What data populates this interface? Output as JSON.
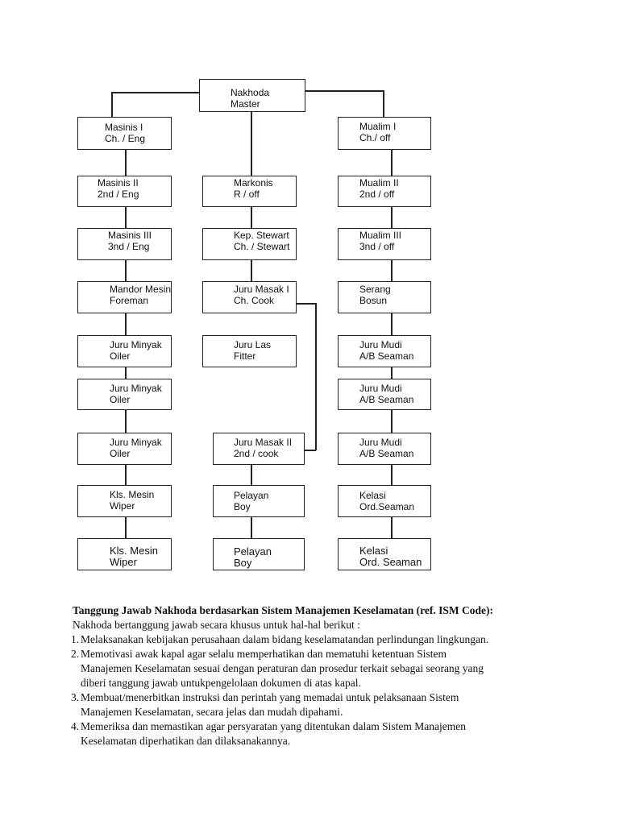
{
  "org_chart": {
    "master": {
      "l1": "Nakhoda",
      "l2": "Master"
    },
    "engine": [
      {
        "l1": "Masinis  I",
        "l2": "Ch. / Eng"
      },
      {
        "l1": "Masinis II",
        "l2": "2nd / Eng"
      },
      {
        "l1": "Masinis III",
        "l2": "3nd / Eng"
      },
      {
        "l1": "Mandor Mesin",
        "l2": "Foreman"
      },
      {
        "l1": "Juru Minyak",
        "l2": "Oiler"
      },
      {
        "l1": "Juru Minyak",
        "l2": "Oiler"
      },
      {
        "l1": "Juru Minyak",
        "l2": "Oiler"
      },
      {
        "l1": "Kls. Mesin",
        "l2": "Wiper"
      },
      {
        "l1": "Kls. Mesin",
        "l2": "Wiper"
      }
    ],
    "center": [
      {
        "l1": "Markonis",
        "l2": "R / off"
      },
      {
        "l1": "Kep. Stewart",
        "l2": "Ch. / Stewart"
      },
      {
        "l1": "Juru Masak I",
        "l2": "Ch. Cook"
      },
      {
        "l1": "Juru Las",
        "l2": "Fitter"
      },
      {
        "l1": "Juru Masak II",
        "l2": "2nd / cook"
      },
      {
        "l1": "Pelayan",
        "l2": "Boy"
      },
      {
        "l1": "Pelayan",
        "l2": "Boy"
      }
    ],
    "deck": [
      {
        "l1": "Mualim I",
        "l2": "Ch./ off"
      },
      {
        "l1": "Mualim II",
        "l2": "2nd / off"
      },
      {
        "l1": "Mualim III",
        "l2": "3nd / off"
      },
      {
        "l1": "Serang",
        "l2": "Bosun"
      },
      {
        "l1": "Juru Mudi",
        "l2": "A/B Seaman"
      },
      {
        "l1": "Juru Mudi",
        "l2": "A/B Seaman"
      },
      {
        "l1": "Juru Mudi",
        "l2": "A/B Seaman"
      },
      {
        "l1": "Kelasi",
        "l2": "Ord.Seaman"
      },
      {
        "l1": "Kelasi",
        "l2": "Ord. Seaman"
      }
    ]
  },
  "document": {
    "heading": "Tanggung Jawab Nakhoda berdasarkan Sistem Manajemen Keselamatan (ref. ISM Code):",
    "intro": "Nakhoda bertanggung jawab secara khusus untuk hal-hal berikut :",
    "items": [
      {
        "num": "1.",
        "lines": [
          "Melaksanakan kebijakan perusahaan dalam bidang keselamatandan perlindungan lingkungan."
        ]
      },
      {
        "num": "2.",
        "lines": [
          "Memotivasi awak kapal agar selalu memperhatikan dan mematuhi ketentuan Sistem",
          "Manajemen Keselamatan sesuai dengan peraturan dan prosedur terkait sebagai seorang yang",
          "diberi tanggung jawab untukpengelolaan dokumen di atas kapal."
        ]
      },
      {
        "num": "3.",
        "lines": [
          "Membuat/menerbitkan instruksi dan perintah yang memadai untuk pelaksanaan Sistem",
          "Manajemen Keselamatan, secara jelas dan mudah dipahami."
        ]
      },
      {
        "num": "4.",
        "lines": [
          "Memeriksa dan memastikan agar persyaratan yang ditentukan dalam Sistem Manajemen",
          "Keselamatan diperhatikan dan dilaksanakannya."
        ]
      }
    ]
  }
}
